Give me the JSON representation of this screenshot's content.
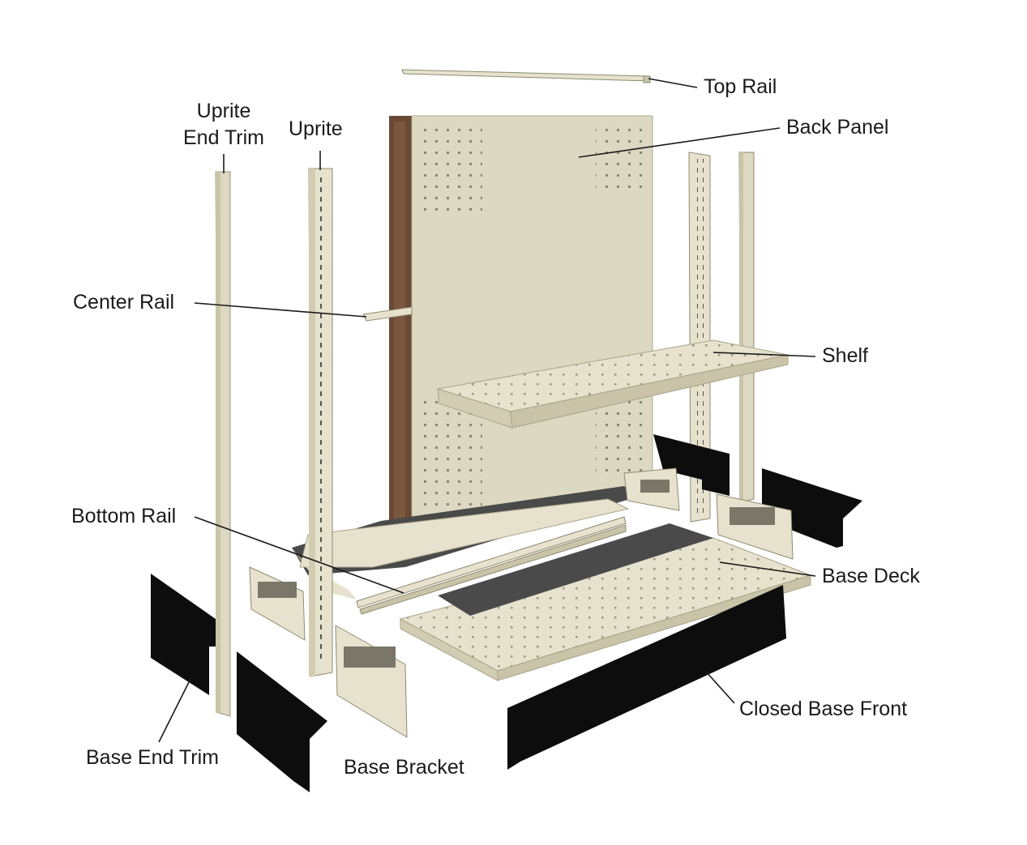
{
  "diagram": {
    "labels": {
      "top_rail": "Top Rail",
      "back_panel": "Back Panel",
      "uprite_end_trim_line1": "Uprite",
      "uprite_end_trim_line2": "End Trim",
      "uprite": "Uprite",
      "center_rail": "Center Rail",
      "shelf": "Shelf",
      "bottom_rail": "Bottom Rail",
      "base_deck": "Base Deck",
      "closed_base_front": "Closed Base Front",
      "base_end_trim": "Base End Trim",
      "base_bracket": "Base Bracket"
    },
    "colors": {
      "metal": "#e6e2cd",
      "metal_shadow": "#c9c4a8",
      "panel": "#dcd8c2",
      "wood": "#6b4a35",
      "black": "#0d0d0d",
      "deck_dark": "#4a4a4a",
      "text": "#1a1a1a"
    }
  }
}
